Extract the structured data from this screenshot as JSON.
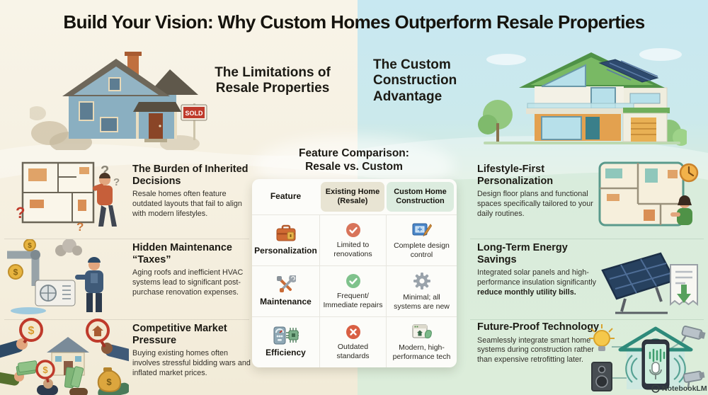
{
  "title": "Build Your Vision: Why Custom Homes Outperform Resale Properties",
  "left_section": {
    "heading": "The Limitations of Resale Properties",
    "sold_sign": "SOLD",
    "items": [
      {
        "title": "The Burden of Inherited Decisions",
        "body": "Resale homes often feature outdated layouts that fail to align with modern lifestyles."
      },
      {
        "title": "Hidden Maintenance “Taxes”",
        "body": "Aging roofs and inefficient HVAC systems lead to significant post-purchase renovation expenses."
      },
      {
        "title": "Competitive Market Pressure",
        "body": "Buying existing homes often involves stressful bidding wars and inflated market prices."
      }
    ]
  },
  "right_section": {
    "heading": "The Custom Construction Advantage",
    "items": [
      {
        "title": "Lifestyle-First Personalization",
        "body": "Design floor plans and functional spaces specifically tailored to your daily routines.",
        "body_bold": ""
      },
      {
        "title": "Long-Term Energy Savings",
        "body": "Integrated solar panels and high-performance insulation significantly ",
        "body_bold": "reduce monthly utility bills."
      },
      {
        "title": "Future-Proof Technology",
        "body": "Seamlessly integrate smart home systems during construction rather than expensive retrofitting later.",
        "body_bold": ""
      }
    ]
  },
  "comparison": {
    "title": "Feature Comparison: Resale vs. Custom",
    "columns": [
      "Feature",
      "Existing Home (Resale)",
      "Custom Home Construction"
    ],
    "rows": [
      {
        "feature": "Personalization",
        "resale": "Limited to renovations",
        "custom": "Complete design control",
        "resale_icon": "check-circle-orange",
        "feature_icon": "toolbox-icon",
        "custom_icon": "blueprint-icon"
      },
      {
        "feature": "Maintenance",
        "resale": "Frequent/ Immediate repairs",
        "custom": "Minimal; all systems are new",
        "resale_icon": "check-circle-green",
        "feature_icon": "tools-icon",
        "custom_icon": "gear-icon"
      },
      {
        "feature": "Efficiency",
        "resale": "Outdated standards",
        "custom": "Modern, high-performance tech",
        "resale_icon": "x-circle-red",
        "feature_icon": "efficiency-icon",
        "custom_icon": "smart-tech-icon"
      }
    ]
  },
  "glyphs": {
    "dollar": "$",
    "question": "?"
  },
  "watermark": {
    "label": "NotebookLM"
  },
  "colors": {
    "left_bg": "#f6f1e2",
    "right_bg_top": "#c8e8f1",
    "right_bg_bottom": "#dcedda",
    "resale_header_bg": "#e8e4d3",
    "custom_header_bg": "#dcecdf",
    "positive_green": "#7fc28c",
    "warning_orange": "#d8745a",
    "negative_red": "#d95f43"
  }
}
